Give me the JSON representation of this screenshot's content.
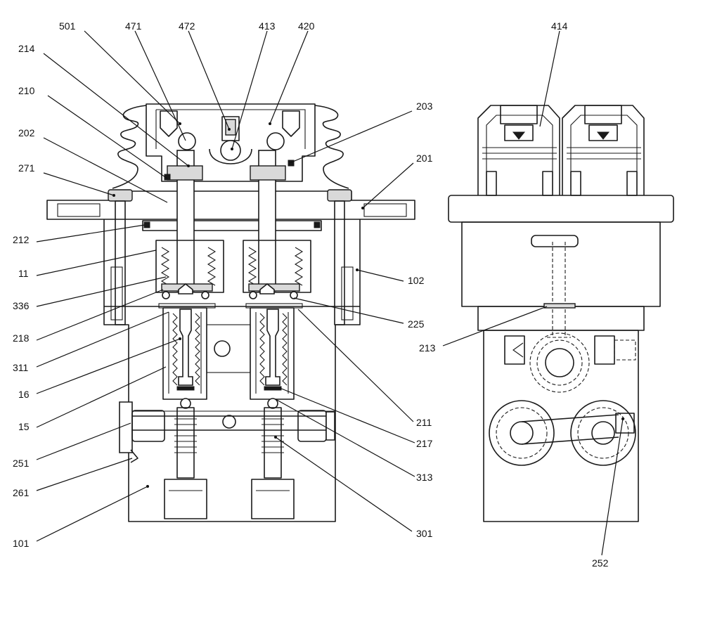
{
  "callouts": [
    {
      "id": "501",
      "label": "501"
    },
    {
      "id": "471",
      "label": "471"
    },
    {
      "id": "472",
      "label": "472"
    },
    {
      "id": "413",
      "label": "413"
    },
    {
      "id": "420",
      "label": "420"
    },
    {
      "id": "414",
      "label": "414"
    },
    {
      "id": "214",
      "label": "214"
    },
    {
      "id": "210",
      "label": "210"
    },
    {
      "id": "203",
      "label": "203"
    },
    {
      "id": "202",
      "label": "202"
    },
    {
      "id": "201",
      "label": "201"
    },
    {
      "id": "271",
      "label": "271"
    },
    {
      "id": "212",
      "label": "212"
    },
    {
      "id": "11",
      "label": "11"
    },
    {
      "id": "102",
      "label": "102"
    },
    {
      "id": "336",
      "label": "336"
    },
    {
      "id": "218",
      "label": "218"
    },
    {
      "id": "225",
      "label": "225"
    },
    {
      "id": "213",
      "label": "213"
    },
    {
      "id": "311",
      "label": "311"
    },
    {
      "id": "16",
      "label": "16"
    },
    {
      "id": "15",
      "label": "15"
    },
    {
      "id": "211",
      "label": "211"
    },
    {
      "id": "217",
      "label": "217"
    },
    {
      "id": "251",
      "label": "251"
    },
    {
      "id": "313",
      "label": "313"
    },
    {
      "id": "261",
      "label": "261"
    },
    {
      "id": "101",
      "label": "101"
    },
    {
      "id": "301",
      "label": "301"
    },
    {
      "id": "252",
      "label": "252"
    }
  ]
}
